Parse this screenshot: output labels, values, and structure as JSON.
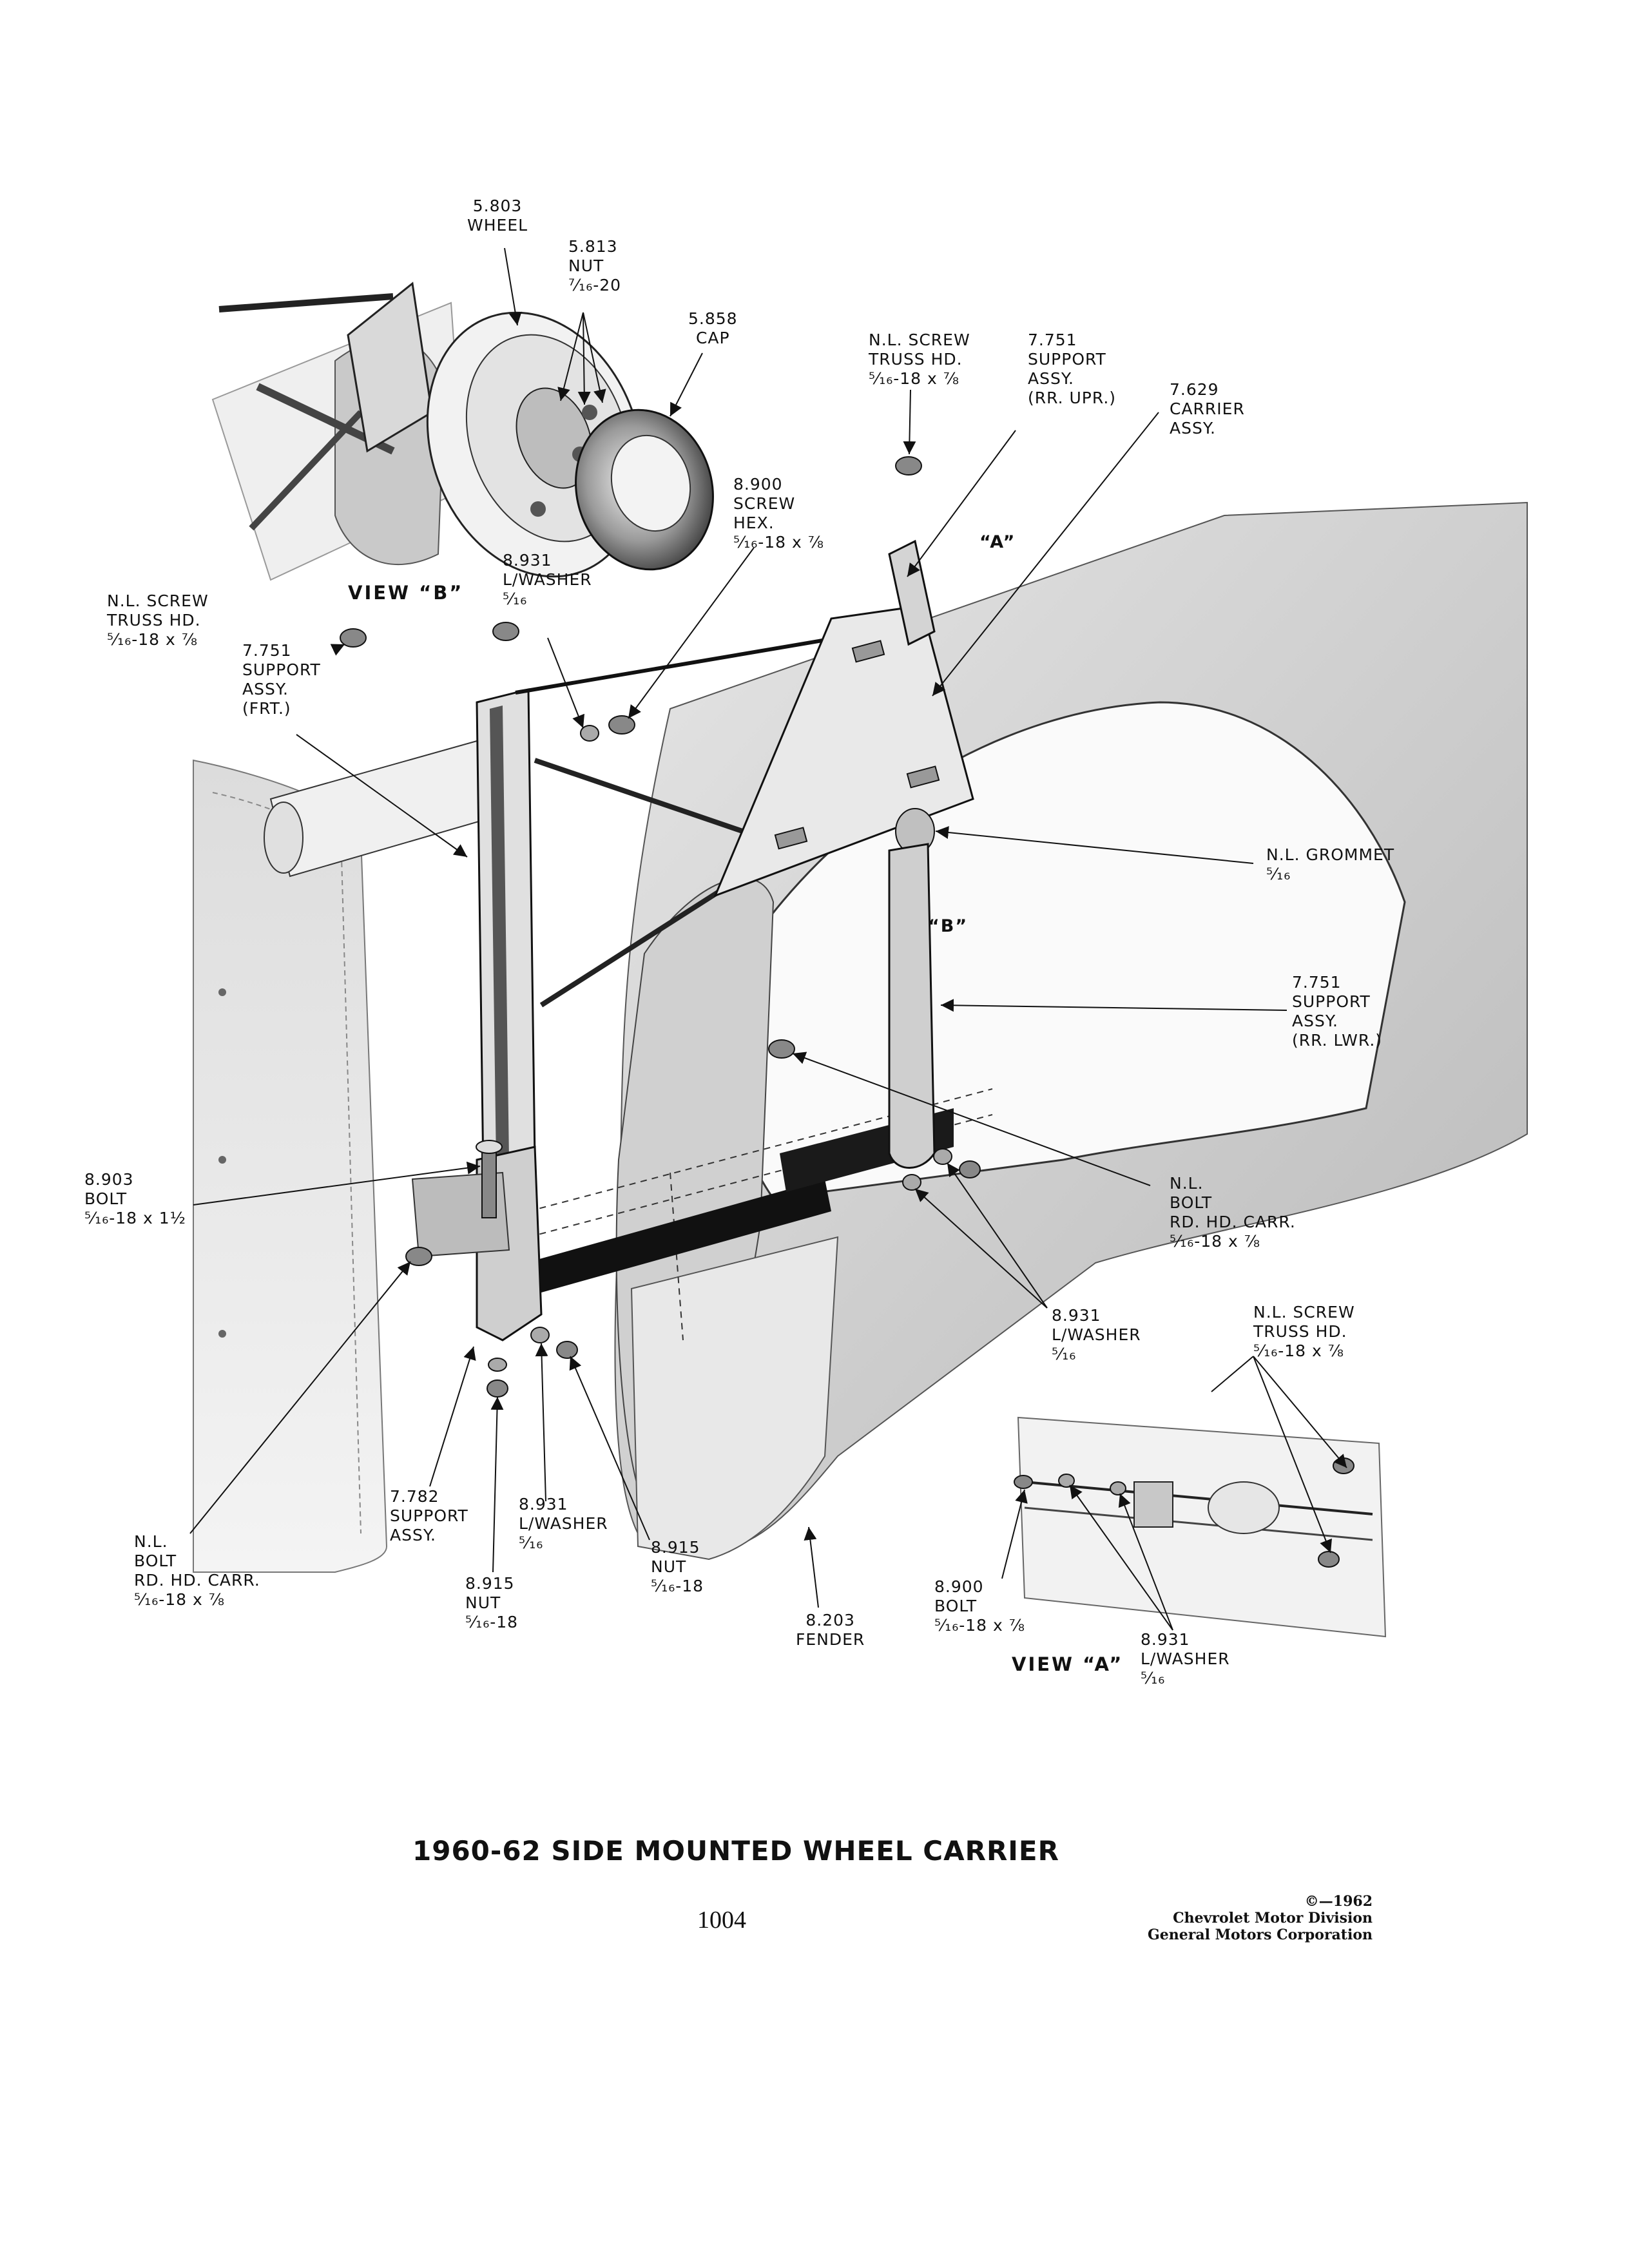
{
  "caption": "1960-62 SIDE MOUNTED WHEEL CARRIER",
  "page_number": "1004",
  "copyright": {
    "year_line": "©—1962",
    "division": "Chevrolet Motor Division",
    "corporation": "General Motors Corporation"
  },
  "view_titles": {
    "view_b": "VIEW “B”",
    "view_a": "VIEW “A”"
  },
  "detail_tags": {
    "a": "“A”",
    "b": "“B”"
  },
  "callouts": {
    "wheel": [
      "5.803",
      "WHEEL"
    ],
    "nut_top": [
      "5.813",
      "NUT",
      "⁷⁄₁₆-20"
    ],
    "cap": [
      "5.858",
      "CAP"
    ],
    "screw_truss_top": [
      "N.L. SCREW",
      "TRUSS HD.",
      "⁵⁄₁₆-18 x ⅞"
    ],
    "support_rr_upr": [
      "7.751",
      "SUPPORT",
      "ASSY.",
      "(RR. UPR.)"
    ],
    "carrier": [
      "7.629",
      "CARRIER",
      "ASSY."
    ],
    "screw_hex": [
      "8.900",
      "SCREW",
      "HEX.",
      "⁵⁄₁₆-18 x ⅞"
    ],
    "washer_top": [
      "8.931",
      "L/WASHER",
      "⁵⁄₁₆"
    ],
    "screw_truss_left": [
      "N.L. SCREW",
      "TRUSS HD.",
      "⁵⁄₁₆-18 x ⅞"
    ],
    "support_frt": [
      "7.751",
      "SUPPORT",
      "ASSY.",
      "(FRT.)"
    ],
    "grommet": [
      "N.L. GROMMET",
      "⁵⁄₁₆"
    ],
    "support_rr_lwr": [
      "7.751",
      "SUPPORT",
      "ASSY.",
      "(RR. LWR.)"
    ],
    "bolt_8903": [
      "8.903",
      "BOLT",
      "⁵⁄₁₆-18 x 1½"
    ],
    "bolt_rd_right": [
      "N.L.",
      "BOLT",
      "RD. HD. CARR.",
      "⁵⁄₁₆-18 x ⅞"
    ],
    "washer_mid": [
      "8.931",
      "L/WASHER",
      "⁵⁄₁₆"
    ],
    "screw_truss_view_a": [
      "N.L. SCREW",
      "TRUSS HD.",
      "⁵⁄₁₆-18 x ⅞"
    ],
    "support_7782": [
      "7.782",
      "SUPPORT",
      "ASSY."
    ],
    "washer_bottom": [
      "8.931",
      "L/WASHER",
      "⁵⁄₁₆"
    ],
    "nut_8915_right": [
      "8.915",
      "NUT",
      "⁵⁄₁₆-18"
    ],
    "bolt_rd_left": [
      "N.L.",
      "BOLT",
      "RD. HD. CARR.",
      "⁵⁄₁₆-18 x ⅞"
    ],
    "nut_8915_left": [
      "8.915",
      "NUT",
      "⁵⁄₁₆-18"
    ],
    "fender": [
      "8.203",
      "FENDER"
    ],
    "bolt_8900": [
      "8.900",
      "BOLT",
      "⁵⁄₁₆-18 x ⅞"
    ],
    "washer_view_a": [
      "8.931",
      "L/WASHER",
      "⁵⁄₁₆"
    ]
  }
}
